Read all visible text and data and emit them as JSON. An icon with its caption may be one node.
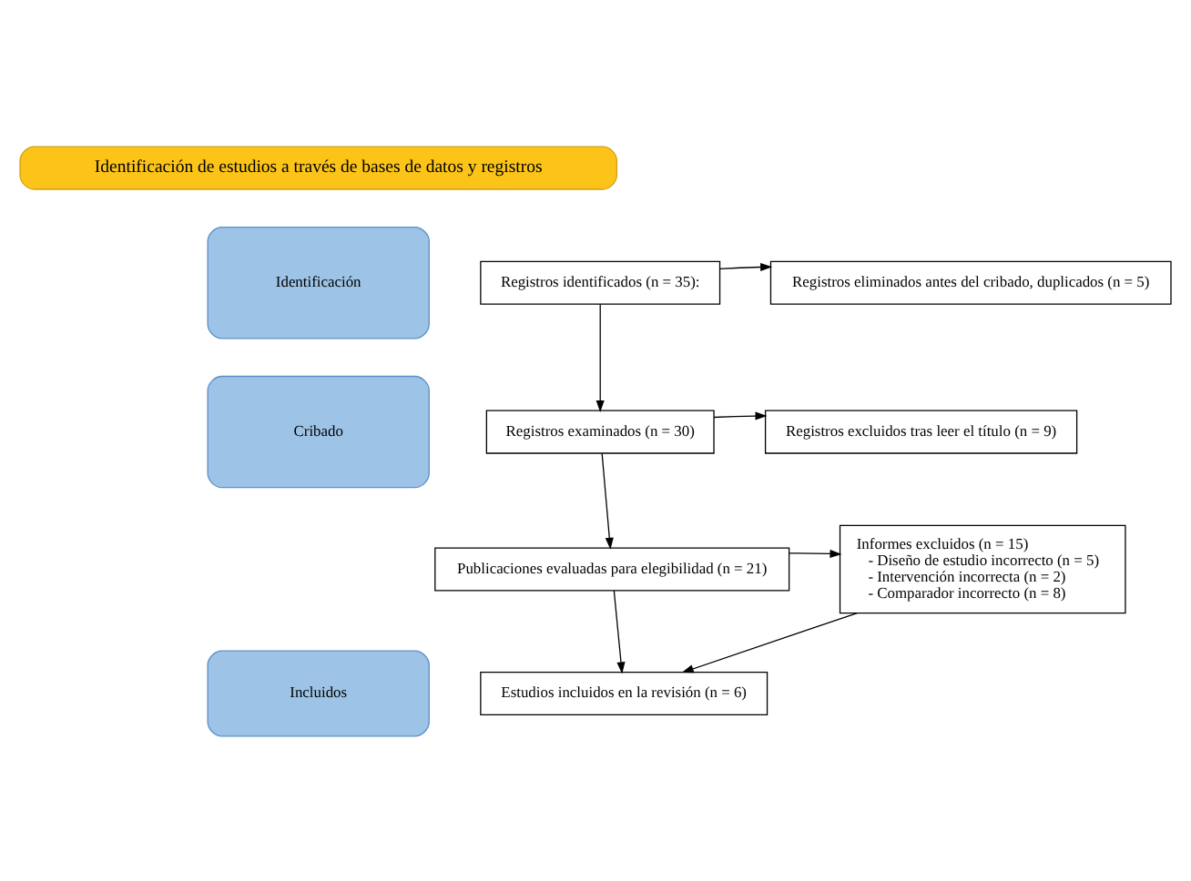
{
  "diagram": {
    "nodes": [
      {
        "text": [
          "Identificación de estudios a través de bases de datos y registros"
        ]
      },
      {
        "text": [
          "Identificación"
        ]
      },
      {
        "text": [
          "Cribado"
        ]
      },
      {
        "text": [
          "Incluidos"
        ]
      },
      {
        "text": [
          "Registros identificados (n = 35):"
        ]
      },
      {
        "text": [
          "Registros eliminados antes del cribado, duplicados (n = 5)"
        ]
      },
      {
        "text": [
          "Registros examinados (n = 30)"
        ]
      },
      {
        "text": [
          "Registros excluidos tras leer el título (n = 9)"
        ]
      },
      {
        "text": [
          "Publicaciones evaluadas para elegibilidad (n = 21)"
        ]
      },
      {
        "text": [
          "Informes excluidos (n = 15)",
          "- Diseño de estudio incorrecto (n = 5)",
          "- Intervención incorrecta (n = 2)",
          "- Comparador incorrecto (n = 8)"
        ]
      },
      {
        "text": [
          "Estudios incluidos en la revisión (n = 6)"
        ]
      }
    ],
    "edges": [
      {
        "from": 4,
        "to": 5,
        "arrow": "to"
      },
      {
        "from": 4,
        "to": 6,
        "arrow": "to"
      },
      {
        "from": 6,
        "to": 7,
        "arrow": "to"
      },
      {
        "from": 6,
        "to": 8,
        "arrow": "to"
      },
      {
        "from": 8,
        "to": 9,
        "arrow": "to"
      },
      {
        "from": 8,
        "to": 10,
        "arrow": "to"
      },
      {
        "from": 9,
        "to": 10,
        "arrow": "to"
      }
    ]
  }
}
